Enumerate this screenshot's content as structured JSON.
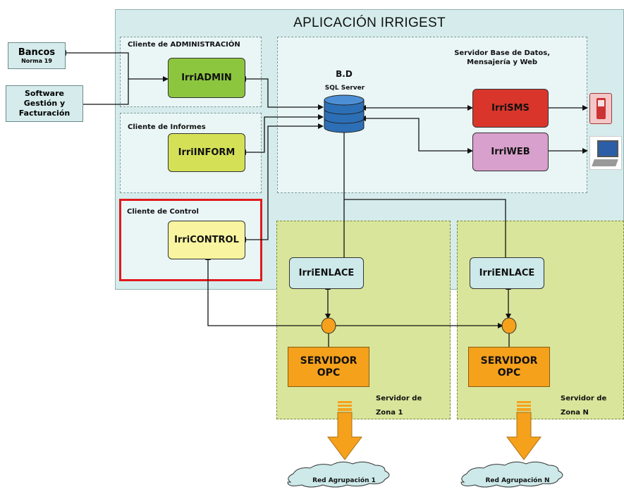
{
  "title": "APLICACIÓN IRRIGEST",
  "external": {
    "bancos": {
      "line1": "Bancos",
      "line2": "Norma 19"
    },
    "software": {
      "line1": "Software",
      "line2": "Gestión y",
      "line3": "Facturación"
    }
  },
  "clients": {
    "admin": {
      "label": "Cliente de ADMINISTRACIÓN",
      "node": "IrriADMIN"
    },
    "inform": {
      "label": "Cliente de Informes",
      "node": "IrriINFORM"
    },
    "control": {
      "label": "Cliente de Control",
      "node": "IrriCONTROL"
    }
  },
  "server": {
    "label_line1": "Servidor Base de Datos,",
    "label_line2": "Mensajería y Web",
    "db_title": "B.D",
    "db_sub": "SQL Server",
    "sms": "IrriSMS",
    "web": "IrriWEB"
  },
  "zones": [
    {
      "enlace": "IrriENLACE",
      "opc_line1": "SERVIDOR",
      "opc_line2": "OPC",
      "label_line1": "Servidor de",
      "label_line2": "Zona 1",
      "network": "Red Agrupación 1"
    },
    {
      "enlace": "IrriENLACE",
      "opc_line1": "SERVIDOR",
      "opc_line2": "OPC",
      "label_line1": "Servidor de",
      "label_line2": "Zona N",
      "network": "Red Agrupación N"
    }
  ],
  "colors": {
    "app_bg": "#d6ecec",
    "admin": "#8cc63f",
    "inform": "#d4e157",
    "control": "#f8f4a0",
    "sms": "#d9352b",
    "web": "#d8a0cc",
    "enlace": "#cde9ea",
    "opc": "#f5a11c",
    "zone": "#d9e59a",
    "highlight": "#e0191e"
  }
}
